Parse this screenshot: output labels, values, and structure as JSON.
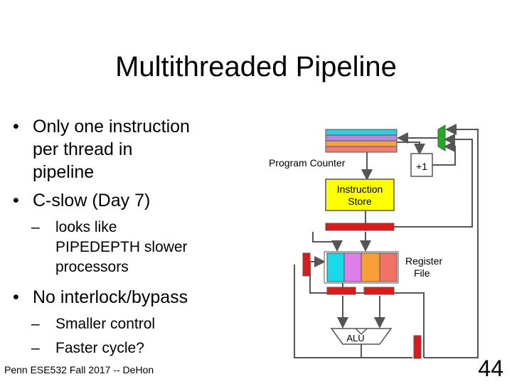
{
  "slide": {
    "title": "Multithreaded Pipeline",
    "bullets": [
      {
        "text": "Only one instruction per thread in pipeline",
        "lines": [
          "Only one instruction",
          "per thread in",
          "pipeline"
        ]
      },
      {
        "text": "C-slow (Day 7)",
        "lines": [
          "C-slow (Day 7)"
        ]
      }
    ],
    "sub_bullets_1": [
      {
        "lines": [
          "looks like",
          "PIPEDEPTH slower",
          "processors"
        ]
      }
    ],
    "bullet_3": "No interlock/bypass",
    "sub_bullets_2": [
      "Smaller control",
      "Faster cycle?"
    ],
    "bullet_glyph": "•",
    "dash_glyph": "–",
    "footer": "Penn ESE532 Fall 2017 -- DeHon",
    "page_number": "44"
  },
  "diagram": {
    "program_counter_label": "Program Counter",
    "plus_one_label": "+1",
    "instruction_store_label_1": "Instruction",
    "instruction_store_label_2": "Store",
    "register_file_label_1": "Register",
    "register_file_label_2": "File",
    "alu_label": "ALU",
    "colors": {
      "pc_cyan": "#33ccdd",
      "pc_violet": "#b58be0",
      "pc_orange": "#f3a24f",
      "pc_salmon": "#f07e72",
      "instruction_store": "#ffff00",
      "pipeline_register": "#dd1a1a",
      "mux": "#22aa22",
      "reg_cyan": "#1ad9e8",
      "reg_violet": "#e07ee8",
      "reg_orange": "#f7a03a",
      "reg_salmon": "#f27366",
      "wire": "#555555"
    }
  }
}
